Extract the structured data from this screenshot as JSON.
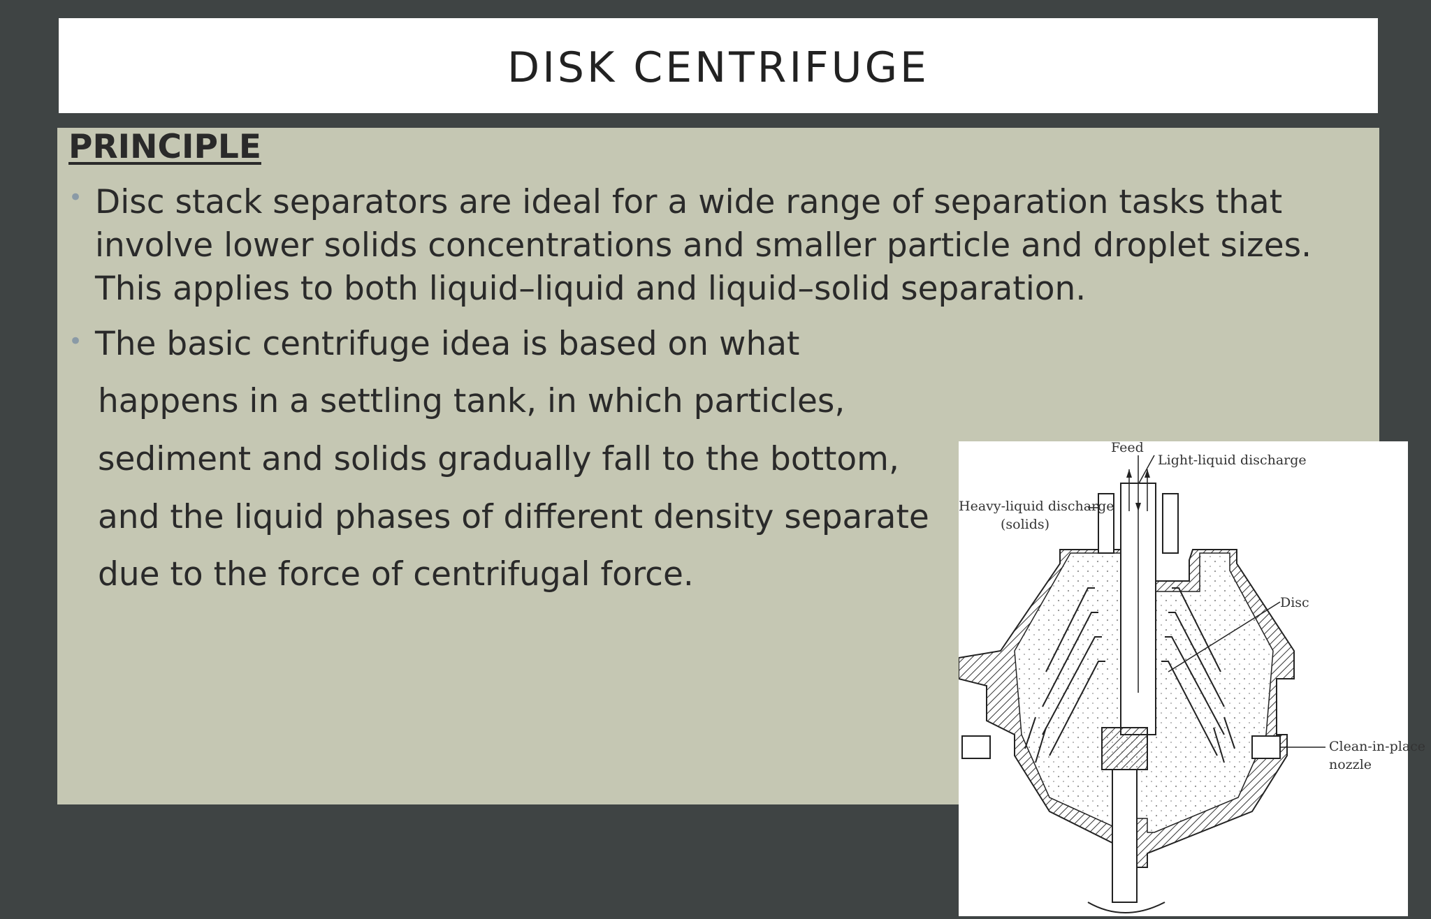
{
  "slide": {
    "title": "DISK CENTRIFUGE",
    "heading": "PRINCIPLE",
    "bullets": [
      "Disc stack separators are ideal for a wide range of separation tasks that involve lower solids concentrations and smaller particle and droplet sizes. This applies to both liquid–liquid and liquid–solid separation.",
      "The basic centrifuge idea is based on what happens in a settling tank, in which particles, sediment and solids gradually fall to the bottom, and the liquid phases of different density separate due to the force of centrifugal force."
    ],
    "bullet2_lines": [
      "The basic centrifuge idea is based on what",
      "happens in a settling tank, in which particles,",
      "sediment and solids gradually fall to the bottom,",
      "and the liquid phases of different density separate",
      "due to the force of centrifugal force."
    ]
  },
  "diagram": {
    "labels": {
      "feed": "Feed",
      "light_liquid": "Light-liquid discharge",
      "heavy_liquid": "Heavy-liquid discharge",
      "solids": "(solids)",
      "disc": "Disc",
      "cip": "Clean-in-place",
      "nozzle": "nozzle"
    }
  }
}
